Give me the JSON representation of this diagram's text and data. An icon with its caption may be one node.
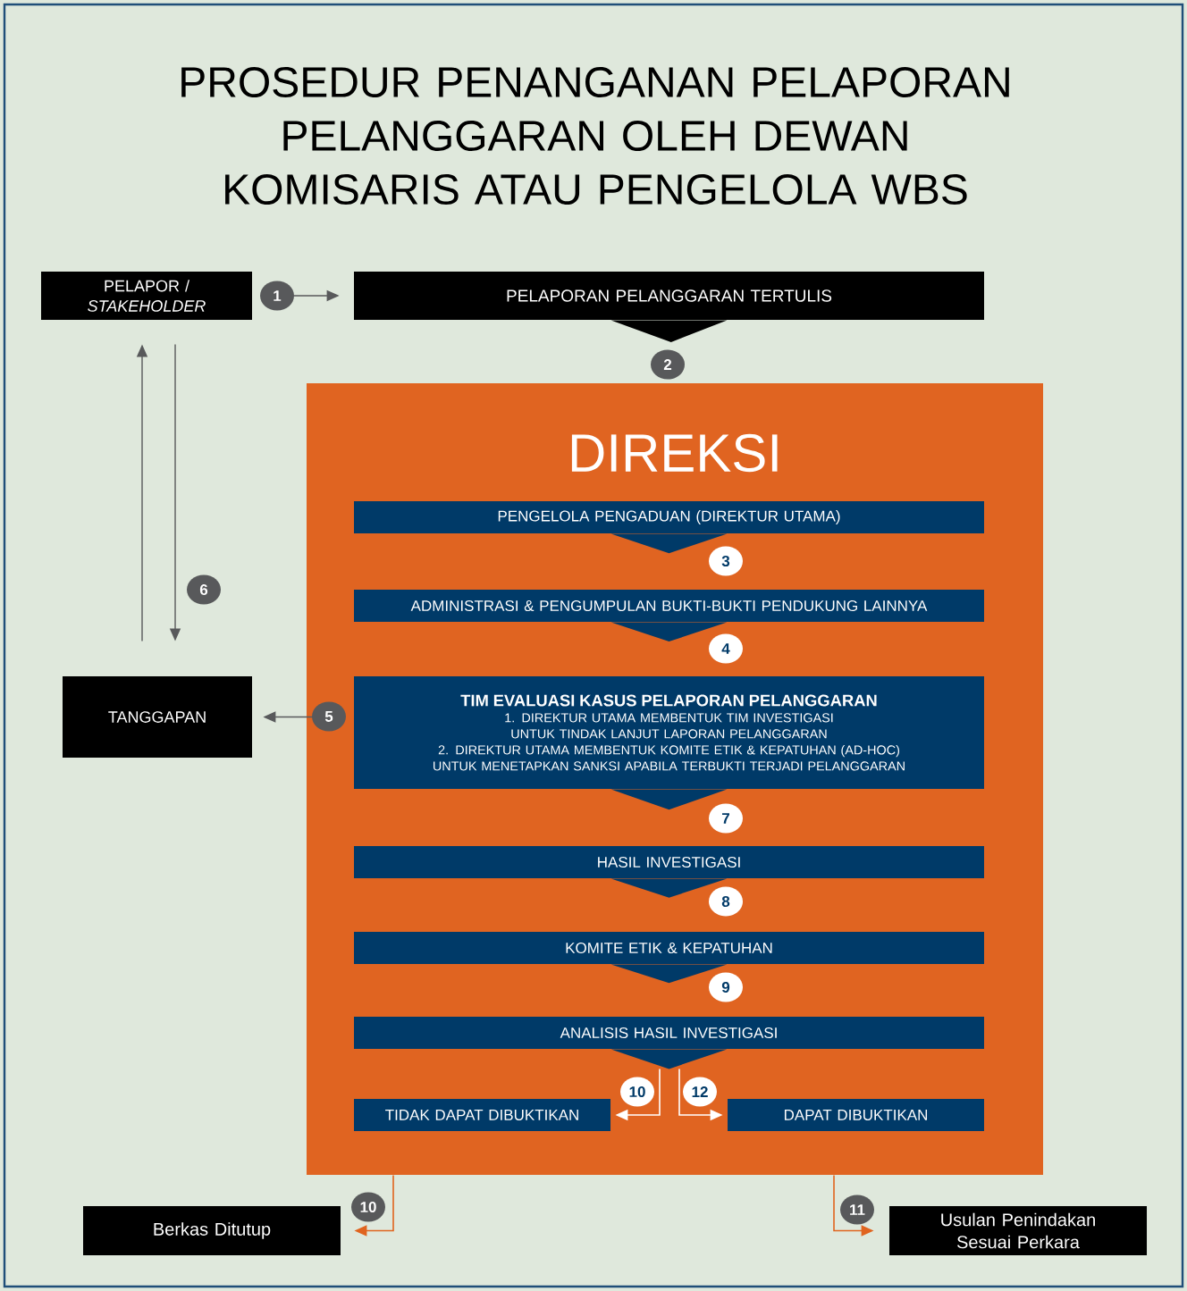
{
  "diagram": {
    "title": "PROSEDUR PENANGANAN PELAPORAN PELANGGARAN OLEH DEWAN KOMISARIS ATAU PENGELOLA WBS",
    "nodes": [
      {
        "text": [
          "PELAPOR / *STAKEHOLDER*"
        ]
      },
      {
        "text": [
          "PELAPORAN PELANGGARAN TERTULIS"
        ]
      },
      {
        "text": [
          "DIREKSI"
        ]
      },
      {
        "text": [
          "PENGELOLA PENGADUAN (DIREKTUR UTAMA)"
        ],
        "in": 2
      },
      {
        "text": [
          "ADMINISTRASI & PENGUMPULAN BUKTI-BUKTI PENDUKUNG LAINNYA"
        ],
        "in": 2
      },
      {
        "text": [
          "TIM EVALUASI KASUS PELAPORAN PELANGGARAN",
          "1. DIREKTUR UTAMA MEMBENTUK TIM INVESTIGASI UNTUK TINDAK LANJUT LAPORAN PELANGGARAN",
          "2. DIREKTUR UTAMA MEMBENTUK KOMITE ETIK & KEPATUHAN (AD-HOC) UNTUK MENETAPKAN SANKSI APABILA TERBUKTI TERJADI PELANGGARAN"
        ],
        "in": 2
      },
      {
        "text": [
          "HASIL INVESTIGASI"
        ],
        "in": 2
      },
      {
        "text": [
          "KOMITE ETIK & KEPATUHAN"
        ],
        "in": 2
      },
      {
        "text": [
          "ANALISIS HASIL INVESTIGASI"
        ],
        "in": 2
      },
      {
        "text": [
          "TIDAK DAPAT DIBUKTIKAN"
        ],
        "in": 2
      },
      {
        "text": [
          "DAPAT DIBUKTIKAN"
        ],
        "in": 2
      },
      {
        "text": [
          "TANGGAPAN"
        ]
      },
      {
        "text": [
          "Berkas Ditutup"
        ]
      },
      {
        "text": [
          "Usulan Penindakan Sesuai Perkara"
        ]
      }
    ],
    "edges": [
      {
        "from": 0,
        "to": 1,
        "arrow": "to",
        "label": "1"
      },
      {
        "from": 1,
        "to": 2,
        "arrow": "to",
        "label": "2",
        "color": "#000000"
      },
      {
        "from": 3,
        "to": 4,
        "arrow": "to",
        "label": "3",
        "color": "#003a68"
      },
      {
        "from": 4,
        "to": 5,
        "arrow": "to",
        "label": "4",
        "color": "#003a68"
      },
      {
        "from": 5,
        "to": 11,
        "arrow": "to",
        "label": "5"
      },
      {
        "from": 11,
        "to": 0,
        "arrow": "to"
      },
      {
        "from": 0,
        "to": 11,
        "arrow": "to",
        "label": "6"
      },
      {
        "from": 5,
        "to": 6,
        "arrow": "to",
        "label": "7",
        "color": "#003a68"
      },
      {
        "from": 6,
        "to": 7,
        "arrow": "to",
        "label": "8",
        "color": "#003a68"
      },
      {
        "from": 7,
        "to": 8,
        "arrow": "to",
        "label": "9",
        "color": "#003a68"
      },
      {
        "from": 8,
        "to": 9,
        "arrow": "to",
        "label": "10",
        "color": "#ffffff"
      },
      {
        "from": 8,
        "to": 10,
        "arrow": "to",
        "label": "12",
        "color": "#ffffff"
      },
      {
        "from": 2,
        "to": 12,
        "arrow": "to",
        "label": "10",
        "color": "#e0641f"
      },
      {
        "from": 2,
        "to": 13,
        "arrow": "to",
        "label": "11",
        "color": "#e0641f"
      }
    ]
  }
}
